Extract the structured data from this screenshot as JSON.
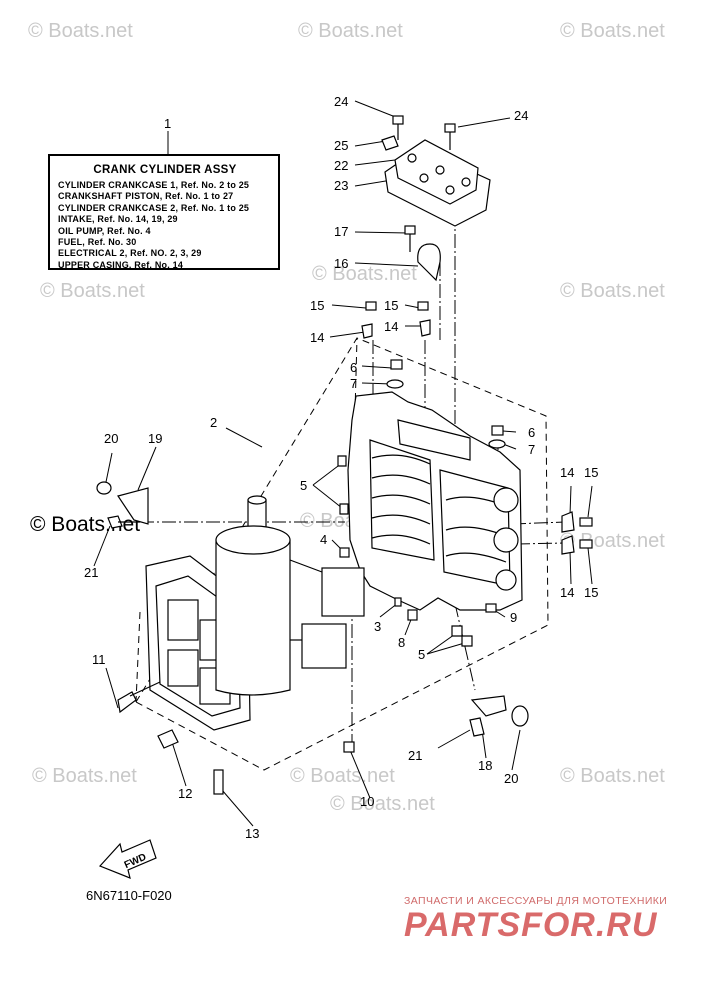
{
  "watermarks": [
    "© Boats.net",
    "© Boats.net",
    "© Boats.net",
    "© Boats.net",
    "© Boats.net",
    "© Boats.net",
    "© Boats.net",
    "© Boats.net",
    "© Boats.net",
    "© Boats.net",
    "© Boats.net",
    "© Boats.net",
    "© Boats.net"
  ],
  "legend": {
    "ref": "1",
    "title": "CRANK CYLINDER ASSY",
    "lines": [
      "CYLINDER CRANKCASE 1,  Ref. No. 2 to 25",
      "CRANKSHAFT PISTON,  Ref. No. 1 to 27",
      "CYLINDER CRANKCASE 2,  Ref. No. 1 to 25",
      "INTAKE,  Ref. No. 14, 19, 29",
      "OIL PUMP,  Ref. No. 4",
      "FUEL,  Ref. No. 30",
      "ELECTRICAL 2,  Ref. NO. 2, 3, 29",
      "UPPER CASING,  Ref. No. 14"
    ]
  },
  "callouts": {
    "c2": "2",
    "c3": "3",
    "c4": "4",
    "c5a": "5",
    "c5b": "5",
    "c6a": "6",
    "c6b": "6",
    "c7a": "7",
    "c7b": "7",
    "c8": "8",
    "c9": "9",
    "c10": "10",
    "c11": "11",
    "c12": "12",
    "c13": "13",
    "c14a": "14",
    "c14b": "14",
    "c14c": "14",
    "c14d": "14",
    "c15a": "15",
    "c15b": "15",
    "c15c": "15",
    "c15d": "15",
    "c16": "16",
    "c17": "17",
    "c18": "18",
    "c19": "19",
    "c20a": "20",
    "c20b": "20",
    "c21a": "21",
    "c21b": "21",
    "c22": "22",
    "c23": "23",
    "c24a": "24",
    "c24b": "24",
    "c25": "25"
  },
  "fwd_label": "FWD",
  "diagram_code": "6N67110-F020",
  "promo": {
    "tagline": "ЗАПЧАСТИ И АКСЕССУАРЫ ДЛЯ МОТОТЕХНИКИ",
    "logo": "PARTSFOR.RU"
  }
}
